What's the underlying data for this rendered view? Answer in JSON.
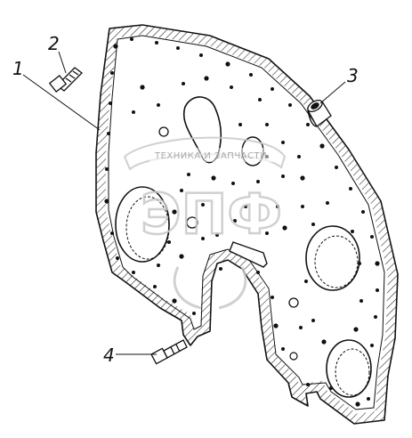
{
  "callouts": [
    {
      "id": "1",
      "label": "1"
    },
    {
      "id": "2",
      "label": "2"
    },
    {
      "id": "3",
      "label": "3"
    },
    {
      "id": "4",
      "label": "4"
    }
  ],
  "watermark": {
    "top_text": "ТЕХНИКА И ЗАПЧАСТИ",
    "logo_text": "ЭПФ"
  },
  "colors": {
    "line": "#111111",
    "watermark": "#c8c8c8"
  }
}
